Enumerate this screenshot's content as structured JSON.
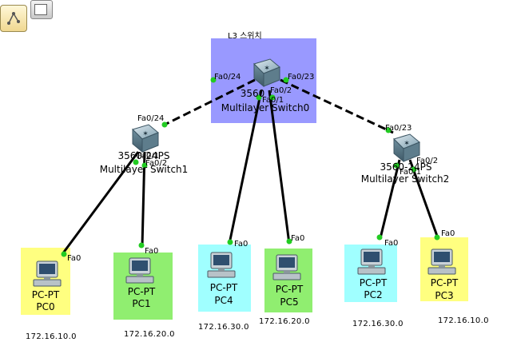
{
  "group_label": "L3 스위치",
  "switches": [
    {
      "model": "3560",
      "name": "Multilayer Switch0"
    },
    {
      "model": "3560-24PS",
      "name": "Multilayer Switch1"
    },
    {
      "model": "3560-24PS",
      "name": "Multilayer Switch2"
    }
  ],
  "ports": {
    "sw0_fa024": "Fa0/24",
    "sw0_fa023": "Fa0/23",
    "sw0_fa02": "Fa0/2",
    "sw0_fa01": "Fa0/1",
    "sw1_fa024": "Fa0/24",
    "sw1_fa01": "Fa0/1",
    "sw1_fa02": "Fa0/2",
    "sw2_fa023": "Fa0/23",
    "sw2_fa01": "Fa0/1",
    "sw2_fa02": "Fa0/2",
    "pc_fa0": "Fa0"
  },
  "pcs": [
    {
      "model": "PC-PT",
      "name": "PC0",
      "ip": "172.16.10.0",
      "color": "#ffff80"
    },
    {
      "model": "PC-PT",
      "name": "PC1",
      "ip": "172.16.20.0",
      "color": "#90ee70"
    },
    {
      "model": "PC-PT",
      "name": "PC4",
      "ip": "172.16.30.0",
      "color": "#a0ffff"
    },
    {
      "model": "PC-PT",
      "name": "PC5",
      "ip": "172.16.20.0",
      "color": "#90ee70"
    },
    {
      "model": "PC-PT",
      "name": "PC2",
      "ip": "172.16.30.0",
      "color": "#a0ffff"
    },
    {
      "model": "PC-PT",
      "name": "PC3",
      "ip": "172.16.10.0",
      "color": "#ffff80"
    }
  ],
  "colors": {
    "group_box": "#9999ff",
    "link": "#000000",
    "link_up": "#22cc22"
  }
}
